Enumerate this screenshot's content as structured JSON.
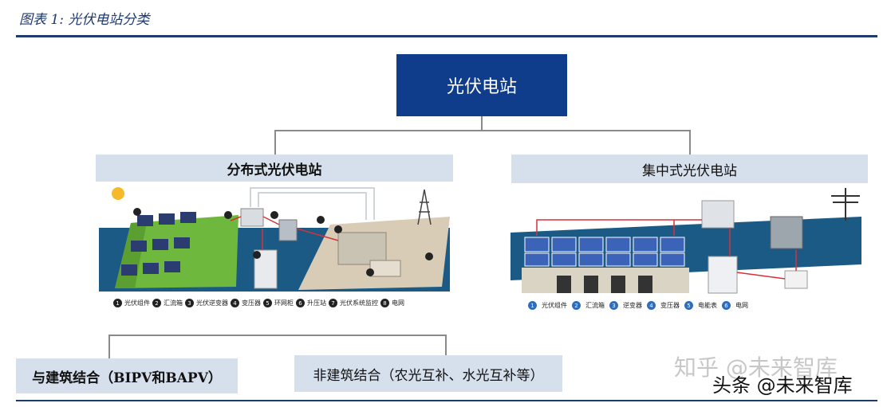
{
  "figure": {
    "title": "图表 1:  光伏电站分类"
  },
  "root": {
    "label": "光伏电站"
  },
  "branches": {
    "distributed": {
      "label": "分布式光伏电站"
    },
    "centralized": {
      "label": "集中式光伏电站"
    }
  },
  "leaves": {
    "building": {
      "label": "与建筑结合（BIPV和BAPV）"
    },
    "non_building": {
      "label": "非建筑结合（农光互补、水光互补等）"
    }
  },
  "distributed_legend": [
    {
      "num": "1",
      "label": "光伏组件"
    },
    {
      "num": "2",
      "label": "汇流箱"
    },
    {
      "num": "3",
      "label": "光伏逆变器"
    },
    {
      "num": "4",
      "label": "变压器"
    },
    {
      "num": "5",
      "label": "环网柜"
    },
    {
      "num": "6",
      "label": "升压站"
    },
    {
      "num": "7",
      "label": "光伏系统监控"
    },
    {
      "num": "8",
      "label": "电网"
    }
  ],
  "centralized_legend": [
    {
      "num": "1",
      "label": "光伏组件"
    },
    {
      "num": "2",
      "label": "汇流箱"
    },
    {
      "num": "3",
      "label": "逆变器"
    },
    {
      "num": "4",
      "label": "变压器"
    },
    {
      "num": "5",
      "label": "电能表"
    },
    {
      "num": "6",
      "label": "电网"
    }
  ],
  "watermark": {
    "faint": "知乎 @未来智库",
    "strong": "头条 @未来智库"
  },
  "colors": {
    "navy": "#0f3d8c",
    "box_fill": "#d6dfec",
    "accent_line": "#1f3a6e"
  }
}
